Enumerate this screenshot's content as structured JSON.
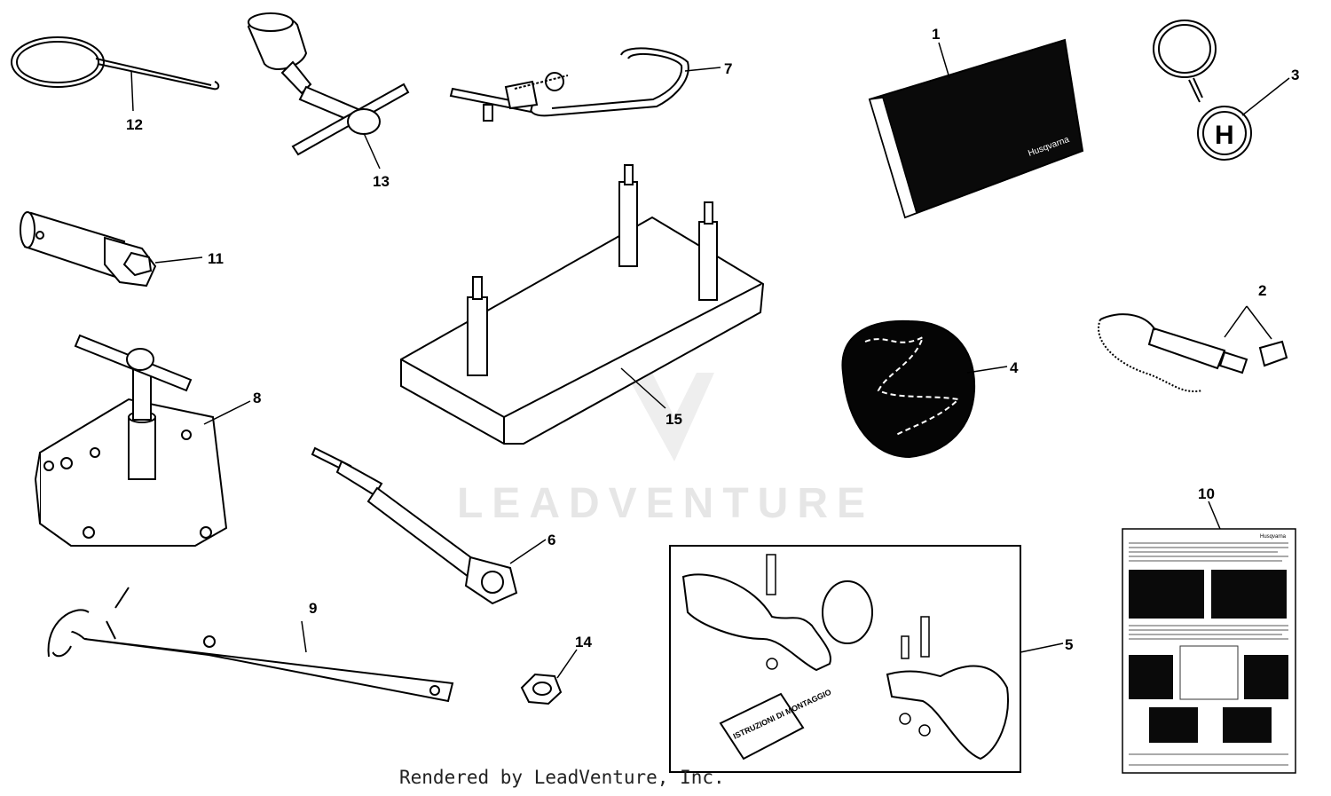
{
  "watermark": "LEADVENTURE",
  "credit": "Rendered by LeadVenture, Inc.",
  "callouts": {
    "c1": "1",
    "c2": "2",
    "c3": "3",
    "c4": "4",
    "c5": "5",
    "c6": "6",
    "c7": "7",
    "c8": "8",
    "c9": "9",
    "c10": "10",
    "c11": "11",
    "c12": "12",
    "c13": "13",
    "c14": "14",
    "c15": "15"
  },
  "manual_brand": "Husqvarna",
  "instructions_label": "ISTRUZIONI DI MONTAGGIO",
  "doc_sheet_brand": "Husqvarna"
}
